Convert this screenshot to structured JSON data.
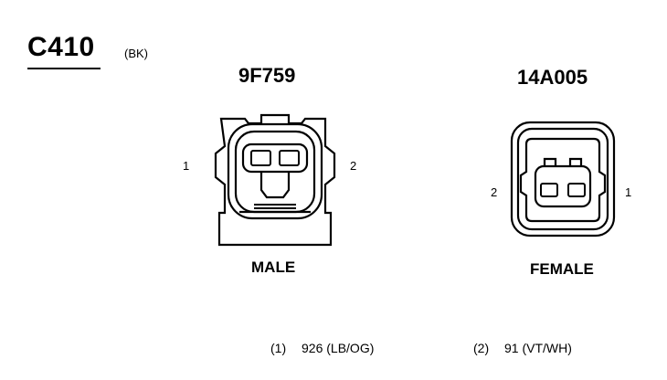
{
  "connector": {
    "id": "C410",
    "color_code": "(BK)"
  },
  "left_connector": {
    "part_number": "9F759",
    "gender": "MALE",
    "pin_left": "1",
    "pin_right": "2"
  },
  "right_connector": {
    "part_number": "14A005",
    "gender": "FEMALE",
    "pin_left": "2",
    "pin_right": "1"
  },
  "wires": [
    {
      "pin": "(1)",
      "circuit": "926 (LB/OG)"
    },
    {
      "pin": "(2)",
      "circuit": "91 (VT/WH)"
    }
  ]
}
